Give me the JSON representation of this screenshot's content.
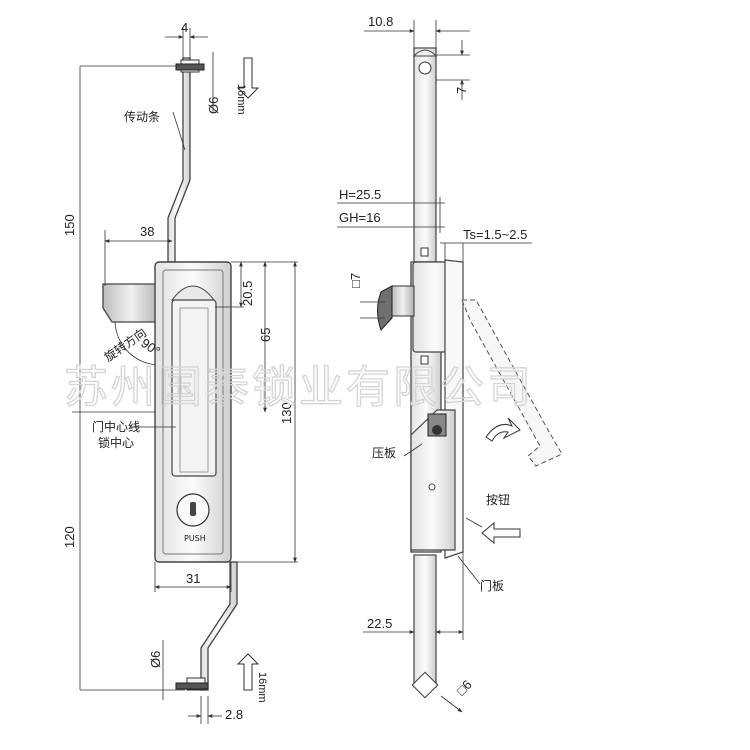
{
  "watermark": "苏州国泰锁业有限公司",
  "front_view": {
    "dims": {
      "top_width": "4",
      "top_travel": "16mm",
      "top_dia": "Ø6",
      "bar_length_top": "150",
      "offset": "38",
      "handle_top": "20.5",
      "handle_mid": "65",
      "total_height": "130",
      "bar_length_bottom": "120",
      "body_width": "31",
      "bottom_dia": "Ø6",
      "bottom_travel": "16mm",
      "bottom_width": "2.8"
    },
    "labels": {
      "drive_rod": "传动条",
      "rotation_angle": "90°",
      "rotation_direction": "旋转方向",
      "door_centerline": "门中心线",
      "lock_centerline": "锁中心",
      "push_text": "PUSH"
    }
  },
  "side_view": {
    "dims": {
      "top_width": "10.8",
      "top_hole": "7",
      "h": "H=25.5",
      "gh": "GH=16",
      "ts": "Ts=1.5~2.5",
      "square": "□7",
      "bottom_offset": "22.5",
      "bottom_square": "□6"
    },
    "labels": {
      "press_plate": "压板",
      "button": "按钮",
      "door_panel": "门板"
    }
  }
}
